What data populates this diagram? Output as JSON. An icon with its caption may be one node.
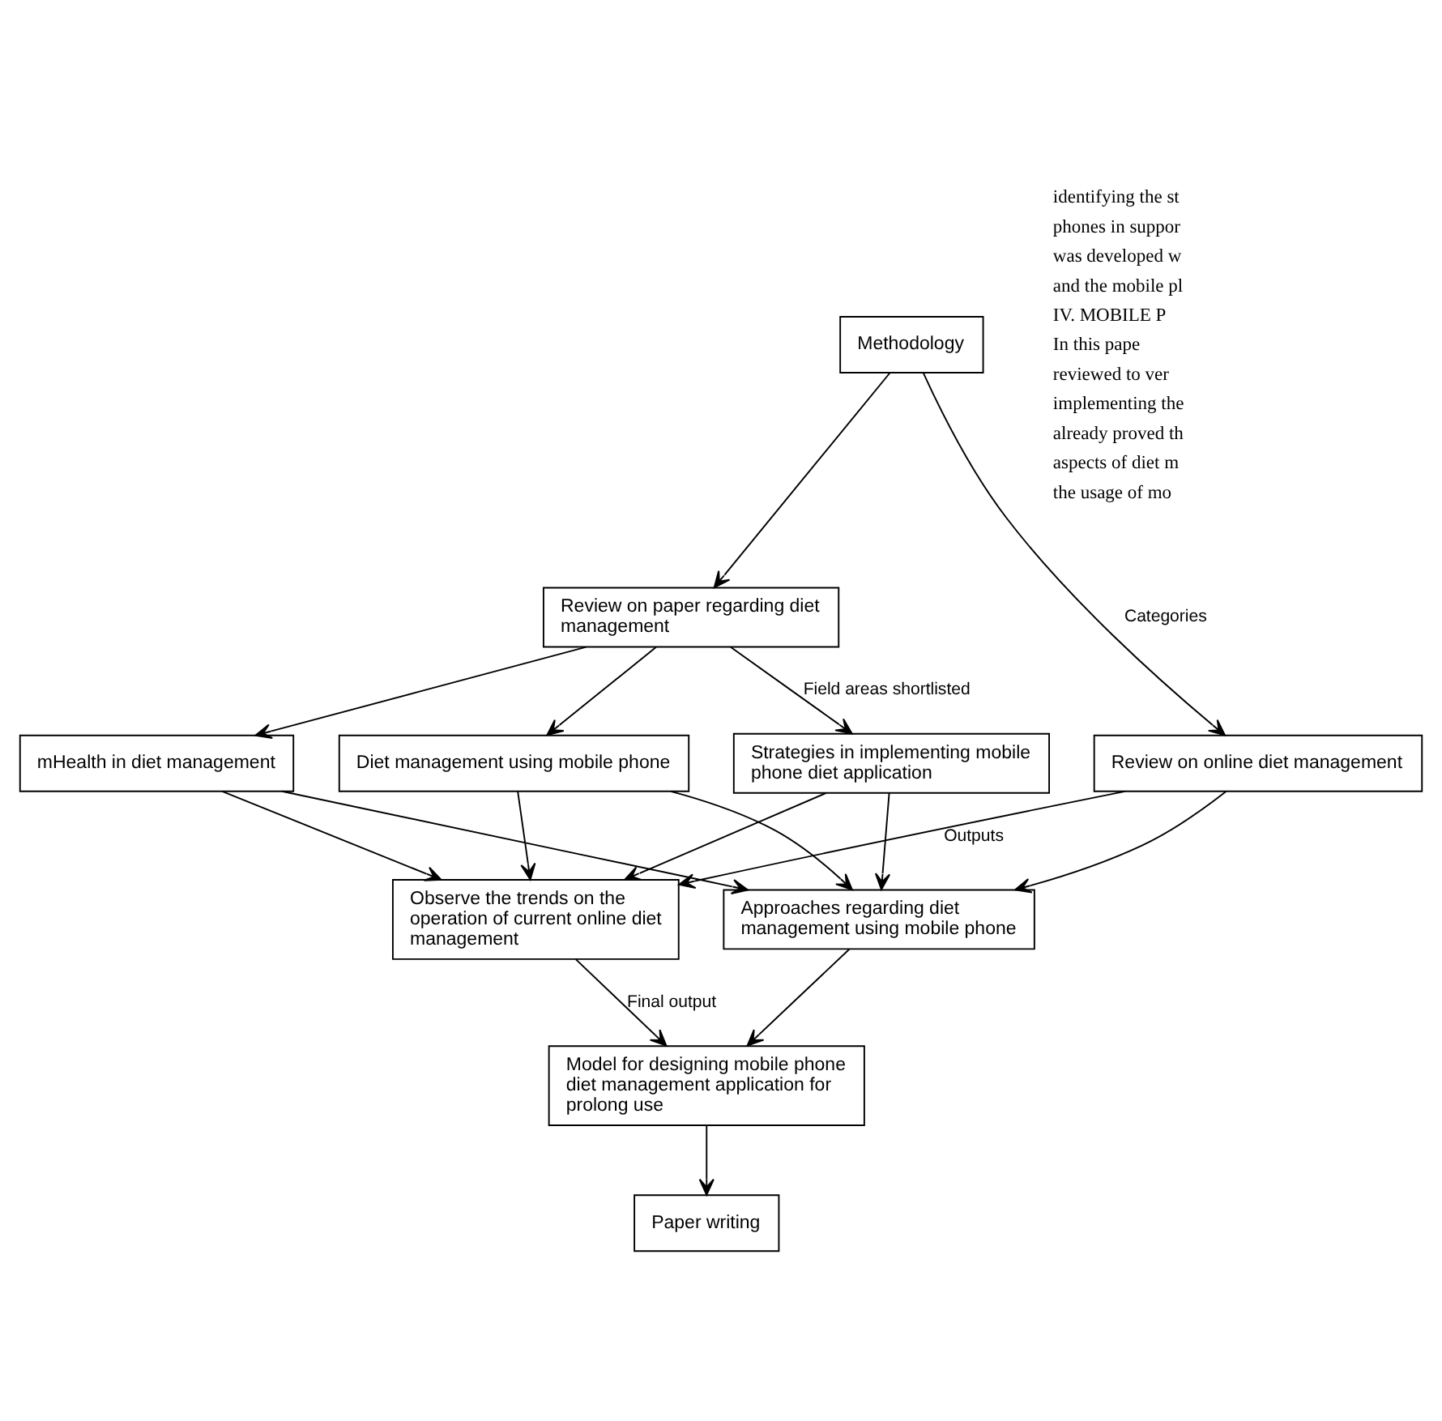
{
  "diagram": {
    "nodes": [
      {
        "text": [
          "Methodology"
        ]
      },
      {
        "text": [
          "Review on online diet management"
        ]
      },
      {
        "text": [
          "Review on paper regarding diet management"
        ]
      },
      {
        "text": [
          "Strategies in implementing mobile phone diet application"
        ]
      },
      {
        "text": [
          "Diet management using mobile phone"
        ]
      },
      {
        "text": [
          "mHealth in diet management"
        ]
      },
      {
        "text": [
          "Observe the trends on the operation of current online diet management"
        ]
      },
      {
        "text": [
          "Approaches regarding diet management using mobile phone"
        ]
      },
      {
        "text": [
          "Model for designing mobile phone diet management application for prolong use"
        ]
      },
      {
        "text": [
          "Paper writing"
        ]
      }
    ],
    "edges": [
      {
        "from": 0,
        "to": 1,
        "arrow": "to",
        "label": "Categories"
      },
      {
        "from": 0,
        "to": 2,
        "arrow": "to"
      },
      {
        "from": 2,
        "to": 3,
        "arrow": "to",
        "label": "Field areas shortlisted"
      },
      {
        "from": 2,
        "to": 4,
        "arrow": "to"
      },
      {
        "from": 2,
        "to": 5,
        "arrow": "to"
      },
      {
        "from": 1,
        "to": 6,
        "arrow": "to",
        "label": "Outputs"
      },
      {
        "from": 1,
        "to": 7,
        "arrow": "to"
      },
      {
        "from": 3,
        "to": 6,
        "arrow": "to"
      },
      {
        "from": 3,
        "to": 7,
        "arrow": "to"
      },
      {
        "from": 4,
        "to": 6,
        "arrow": "to"
      },
      {
        "from": 4,
        "to": 7,
        "arrow": "to"
      },
      {
        "from": 5,
        "to": 6,
        "arrow": "to"
      },
      {
        "from": 5,
        "to": 7,
        "arrow": "to"
      },
      {
        "from": 6,
        "to": 8,
        "arrow": "to",
        "label": "Final output"
      },
      {
        "from": 7,
        "to": 8,
        "arrow": "to"
      },
      {
        "from": 8,
        "to": 9,
        "arrow": "to"
      }
    ],
    "labels": [
      "identifying the st",
      "phones in suppor",
      "was developed w",
      "and the mobile pl",
      "IV. MOBILE P",
      "In this pape",
      "reviewed to ver",
      "implementing the",
      "already proved th",
      "aspects of diet m",
      "the usage of mo"
    ]
  }
}
